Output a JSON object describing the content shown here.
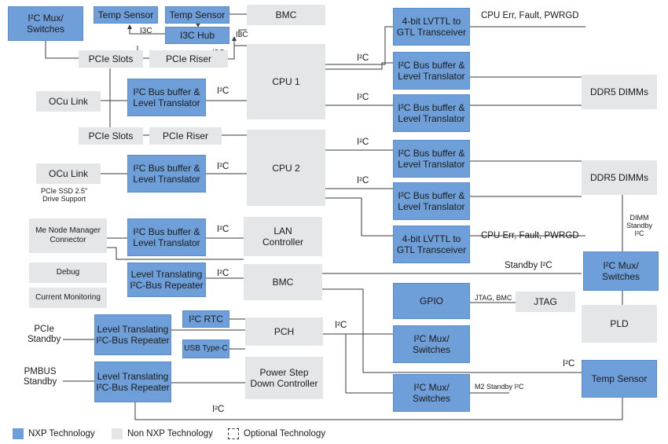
{
  "boxes": {
    "i2c_mux_tl": "I²C Mux/\nSwitches",
    "temp_sensor_1": "Temp Sensor",
    "temp_sensor_2": "Temp Sensor",
    "bmc_top": "BMC",
    "i3c_hub": "I3C Hub",
    "pcie_slots_1": "PCIe Slots",
    "pcie_riser_1": "PCIe Riser",
    "ocu_link_1": "OCu Link",
    "buf_left_1": "I²C Bus buffer &\nLevel Translator",
    "pcie_slots_2": "PCIe Slots",
    "pcie_riser_2": "PCIe Riser",
    "ocu_link_2": "OCu Link",
    "buf_left_2": "I²C Bus buffer &\nLevel Translator",
    "cpu1": "CPU 1",
    "cpu2": "CPU 2",
    "lvttl_1": "4-bit LVTTL to\nGTL Transceiver",
    "buf_r1": "I²C Bus buffer &\nLevel Translator",
    "buf_r2": "I²C Bus buffer &\nLevel Translator",
    "buf_r3": "I²C Bus buffer &\nLevel Translator",
    "buf_r4": "I²C Bus buffer &\nLevel Translator",
    "lvttl_2": "4-bit LVTTL to\nGTL Transceiver",
    "ddr5_1": "DDR5 DIMMs",
    "ddr5_2": "DDR5 DIMMs",
    "me_node": "Me Node Manager\nConnector",
    "buf_left_3": "I²C Bus buffer &\nLevel Translator",
    "lan": "LAN\nController",
    "debug": "Debug",
    "current_mon": "Current Monitoring",
    "repeater_1": "Level Translating\nI²C-Bus Repeater",
    "bmc_mid": "BMC",
    "i2c_mux_r": "I²C Mux/\nSwitches",
    "gpio": "GPIO",
    "jtag": "JTAG",
    "pld": "PLD",
    "i2c_rtc": "I²C RTC",
    "usb_typec": "USB Type-C",
    "pch": "PCH",
    "repeater_2": "Level Translating\nI²C-Bus Repeater",
    "repeater_3": "Level Translating\nI²C-Bus Repeater",
    "i2c_mux_b1": "I²C Mux/\nSwitches",
    "i2c_mux_b2": "I²C Mux/\nSwitches",
    "power_step": "Power Step\nDown Controller",
    "temp_sensor_r": "Temp Sensor"
  },
  "labels": {
    "i3c_a": "I3C",
    "i3c_b": "I3C",
    "i3c_c": "I3C",
    "i2c_cpu1_top": "I²C",
    "i2c_cpu1_bot": "I²C",
    "i2c_left_1": "I²C",
    "i2c_cpu2_top": "I²C",
    "i2c_cpu2_bot": "I²C",
    "i2c_left_2": "I²C",
    "i2c_left_3": "I²C",
    "i2c_left_4": "I²C",
    "i2c_pch": "I²C",
    "i2c_temp": "I²C",
    "i2c_bottom": "I²C",
    "cpu_err_1": "CPU Err, Fault, PWRGD",
    "cpu_err_2": "CPU Err, Fault, PWRGD",
    "standby_i2c": "Standby I²C",
    "dimm_standby": "DIMM\nStandby\nI²C",
    "jtag_bmc": "JTAG, BMC",
    "m2_standby": "M2 Standby I²C",
    "ssd_note": "PCIe SSD 2.5\"\nDrive Support",
    "pcie_standby": "PCIe\nStandby",
    "pmbus_standby": "PMBUS\nStandby"
  },
  "legend": {
    "nxp": "NXP Technology",
    "non_nxp": "Non NXP Technology",
    "optional": "Optional Technology"
  },
  "colors": {
    "nxp_blue": "#6f9fd8",
    "non_nxp_gray": "#e4e6e8",
    "line": "#3a3a3a"
  }
}
